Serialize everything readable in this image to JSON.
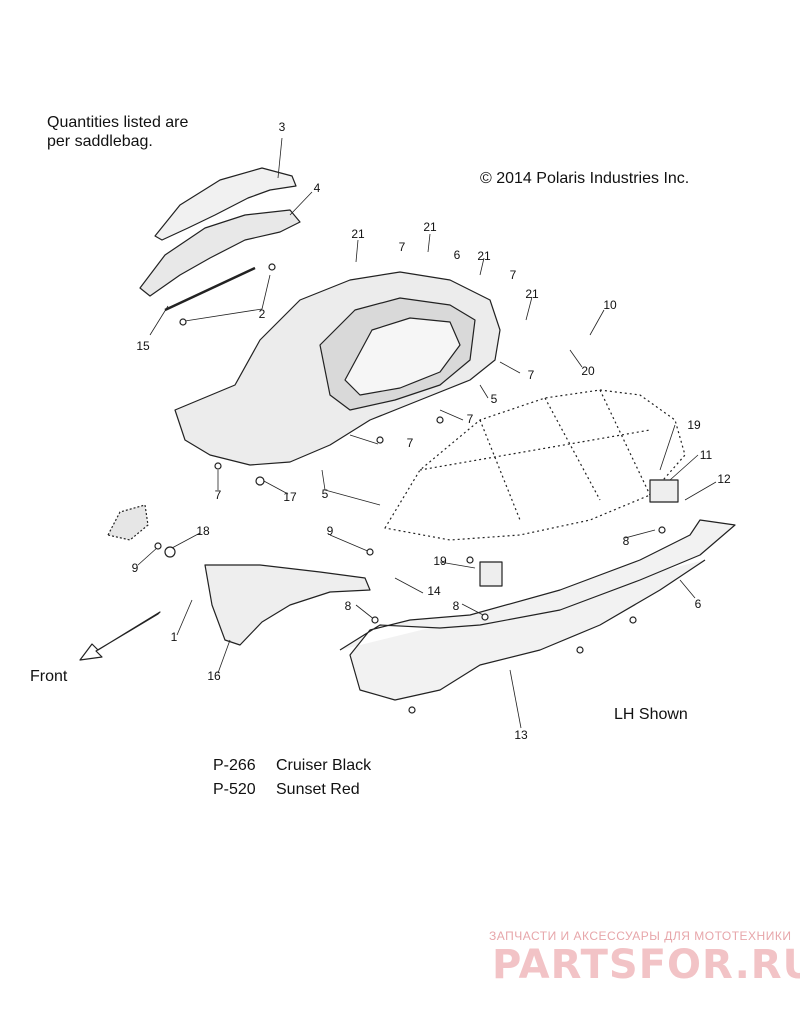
{
  "notes": {
    "quantity_line1": "Quantities listed are",
    "quantity_line2": "per saddlebag.",
    "copyright": "© 2014 Polaris Industries Inc.",
    "front": "Front",
    "lh_shown": "LH Shown"
  },
  "paints": [
    {
      "code": "P-266",
      "name": "Cruiser Black"
    },
    {
      "code": "P-520",
      "name": "Sunset Red"
    }
  ],
  "callouts": [
    "3",
    "4",
    "2",
    "15",
    "21",
    "7",
    "21",
    "6",
    "21",
    "7",
    "21",
    "10",
    "20",
    "7",
    "5",
    "7",
    "7",
    "19",
    "11",
    "12",
    "7",
    "17",
    "5",
    "9",
    "18",
    "9",
    "14",
    "1",
    "16",
    "8",
    "8",
    "19",
    "8",
    "6",
    "13"
  ],
  "watermark": {
    "line1": "ЗАПЧАСТИ И АКСЕССУАРЫ ДЛЯ МОТОТЕХНИКИ",
    "line2": "PARTSFOR.RU"
  },
  "colors": {
    "ink": "#111111",
    "watermark": "#e8a0a5"
  }
}
